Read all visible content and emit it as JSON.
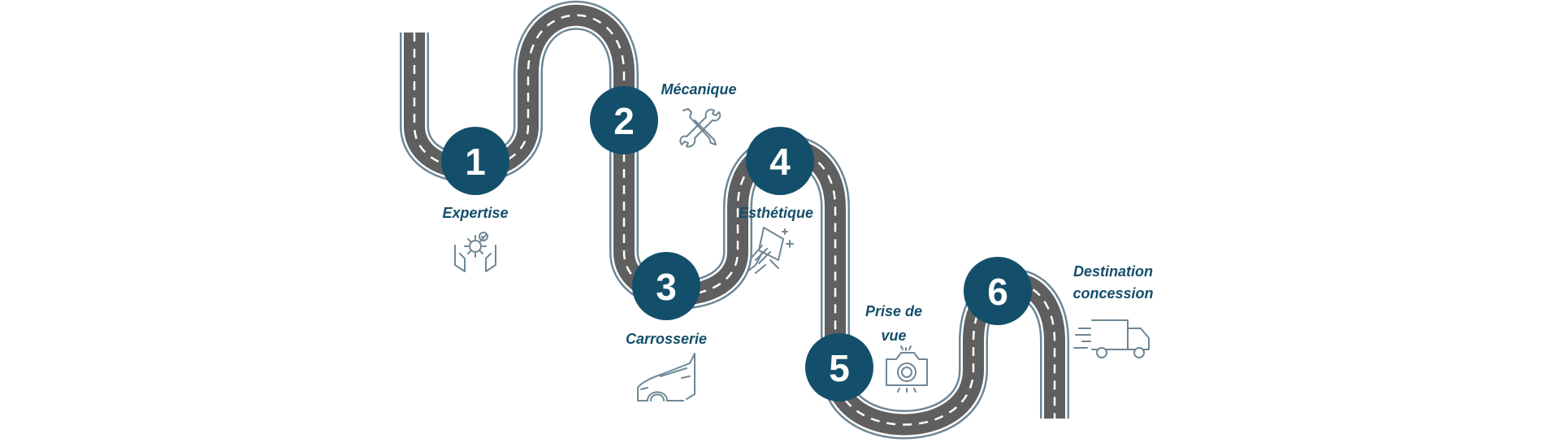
{
  "diagram": {
    "steps": [
      {
        "number": "1",
        "label_lines": [
          "Expertise"
        ],
        "icon": "gear-hands-icon"
      },
      {
        "number": "2",
        "label_lines": [
          "Mécanique"
        ],
        "icon": "wrench-screwdriver-icon"
      },
      {
        "number": "3",
        "label_lines": [
          "Carrosserie"
        ],
        "icon": "car-body-icon"
      },
      {
        "number": "4",
        "label_lines": [
          "Esthétique"
        ],
        "icon": "cleaning-hand-icon"
      },
      {
        "number": "5",
        "label_lines": [
          "Prise de",
          "vue"
        ],
        "icon": "camera-icon"
      },
      {
        "number": "6",
        "label_lines": [
          "Destination",
          "concession"
        ],
        "icon": "delivery-truck-icon"
      }
    ],
    "colors": {
      "road_asphalt": "#5f5f5f",
      "road_edge": "#6e8796",
      "road_dash": "#ffffff",
      "circle_fill": "#134f6b",
      "label_text": "#134f6b",
      "icon_stroke": "#6e8796"
    }
  }
}
